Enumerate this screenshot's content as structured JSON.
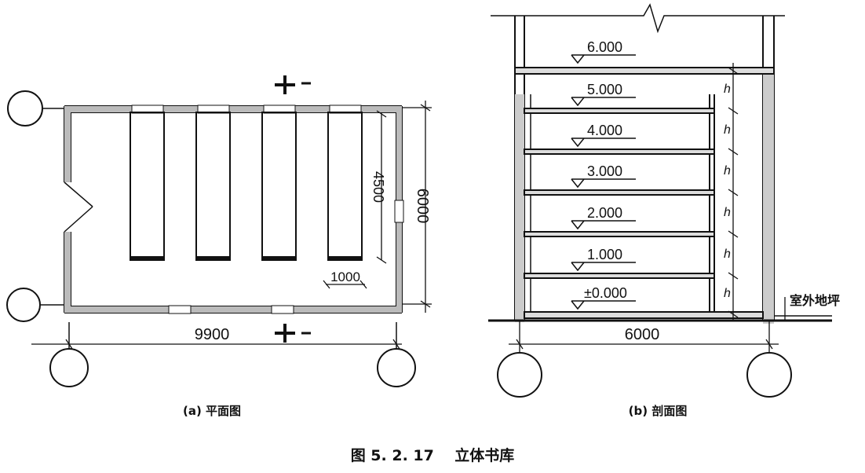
{
  "plan": {
    "dim_width": "9900",
    "dim_height_outer": "6000",
    "dim_height_inner": "4500",
    "dim_aisle": "1000",
    "section_mark": "+-",
    "subtitle": "(a) 平面图"
  },
  "section": {
    "levels": [
      "6.000",
      "5.000",
      "4.000",
      "3.000",
      "2.000",
      "1.000",
      "±0.000"
    ],
    "h_symbol": "h",
    "ground_label": "室外地坪",
    "dim_width": "6000",
    "subtitle": "(b) 剖面图"
  },
  "figure_caption": "图 5. 2. 17    立体书库"
}
